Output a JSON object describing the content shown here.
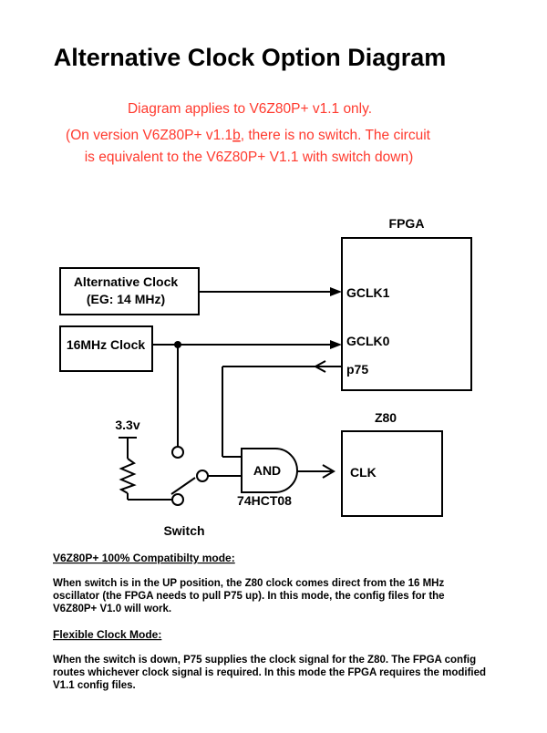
{
  "title": "Alternative Clock Option Diagram",
  "note": {
    "line1": "Diagram applies to V6Z80P+ v1.1 only.",
    "line2_pre": "(On version V6Z80P+ v1.1",
    "line2_b": "b",
    "line2_post": ", there is no switch. The circuit",
    "line3": "is equivalent to the V6Z80P+ V1.1 with switch down)"
  },
  "labels": {
    "fpga": "FPGA",
    "alt_clock_line1": "Alternative Clock",
    "alt_clock_line2": "(EG: 14 MHz)",
    "clock16": "16MHz Clock",
    "gclk1": "GCLK1",
    "gclk0": "GCLK0",
    "p75": "p75",
    "vcc": "3.3v",
    "z80": "Z80",
    "and_gate": "AND",
    "clk": "CLK",
    "chip": "74HCT08",
    "switch": "Switch"
  },
  "sections": [
    {
      "heading": "V6Z80P+ 100% Compatibilty mode:",
      "lines": [
        "When switch is in the UP position, the Z80 clock comes direct from the 16 MHz",
        "oscillator (the FPGA needs to pull P75 up). In this mode, the config files for the",
        "V6Z80P+ V1.0 will work."
      ]
    },
    {
      "heading": "Flexible Clock Mode:",
      "lines": [
        "When the switch is down, P75 supplies the clock signal for the Z80. The FPGA config",
        "routes whichever clock signal is required. In this mode the FPGA requires the modified",
        "V1.1 config files."
      ]
    }
  ]
}
